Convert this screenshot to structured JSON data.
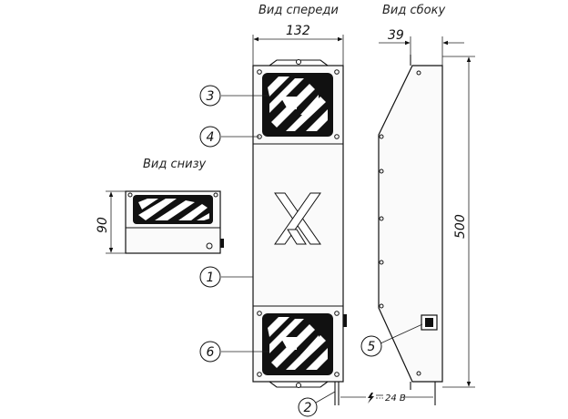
{
  "views": {
    "front": "Вид спереди",
    "side": "Вид сбоку",
    "bottom": "Вид снизу"
  },
  "dimensions": {
    "front_width": "132",
    "side_depth": "39",
    "height": "500",
    "bottom_height": "90"
  },
  "callouts": {
    "c1": "1",
    "c2": "2",
    "c3": "3",
    "c4": "4",
    "c5": "5",
    "c6": "6"
  },
  "power_label": "24 В"
}
